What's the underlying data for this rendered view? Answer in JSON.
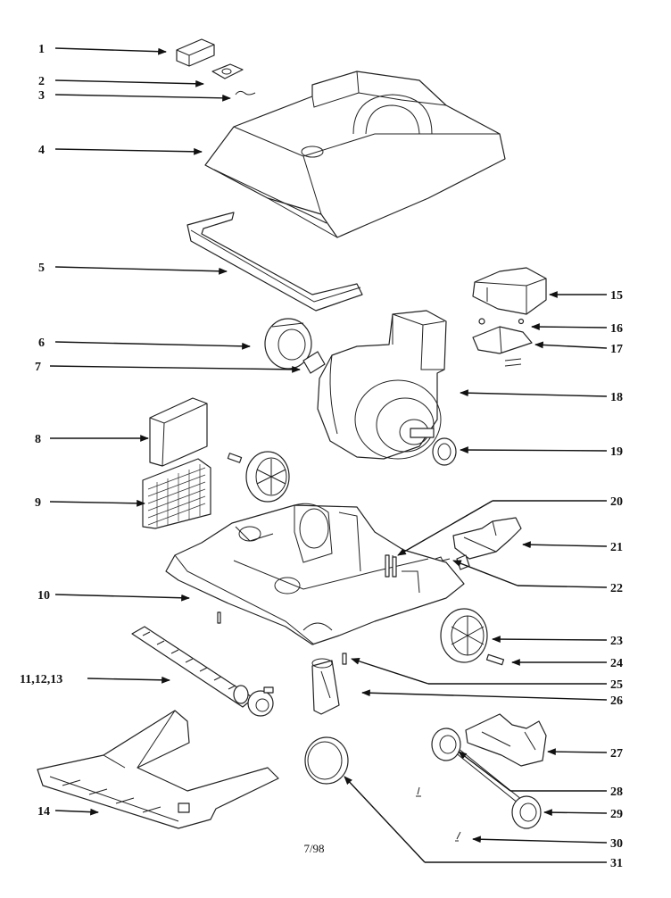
{
  "diagram": {
    "footer": "7/98",
    "callouts": [
      {
        "id": "1",
        "label": "1"
      },
      {
        "id": "2",
        "label": "2"
      },
      {
        "id": "3",
        "label": "3"
      },
      {
        "id": "4",
        "label": "4"
      },
      {
        "id": "5",
        "label": "5"
      },
      {
        "id": "6",
        "label": "6"
      },
      {
        "id": "7",
        "label": "7"
      },
      {
        "id": "8",
        "label": "8"
      },
      {
        "id": "9",
        "label": "9"
      },
      {
        "id": "10",
        "label": "10"
      },
      {
        "id": "11",
        "label": "11,12,13"
      },
      {
        "id": "14",
        "label": "14"
      },
      {
        "id": "15",
        "label": "15"
      },
      {
        "id": "16",
        "label": "16"
      },
      {
        "id": "17",
        "label": "17"
      },
      {
        "id": "18",
        "label": "18"
      },
      {
        "id": "19",
        "label": "19"
      },
      {
        "id": "20",
        "label": "20"
      },
      {
        "id": "21",
        "label": "21"
      },
      {
        "id": "22",
        "label": "22"
      },
      {
        "id": "23",
        "label": "23"
      },
      {
        "id": "24",
        "label": "24"
      },
      {
        "id": "25",
        "label": "25"
      },
      {
        "id": "26",
        "label": "26"
      },
      {
        "id": "27",
        "label": "27"
      },
      {
        "id": "28",
        "label": "28"
      },
      {
        "id": "29",
        "label": "29"
      },
      {
        "id": "30",
        "label": "30"
      },
      {
        "id": "31",
        "label": "31"
      }
    ]
  }
}
